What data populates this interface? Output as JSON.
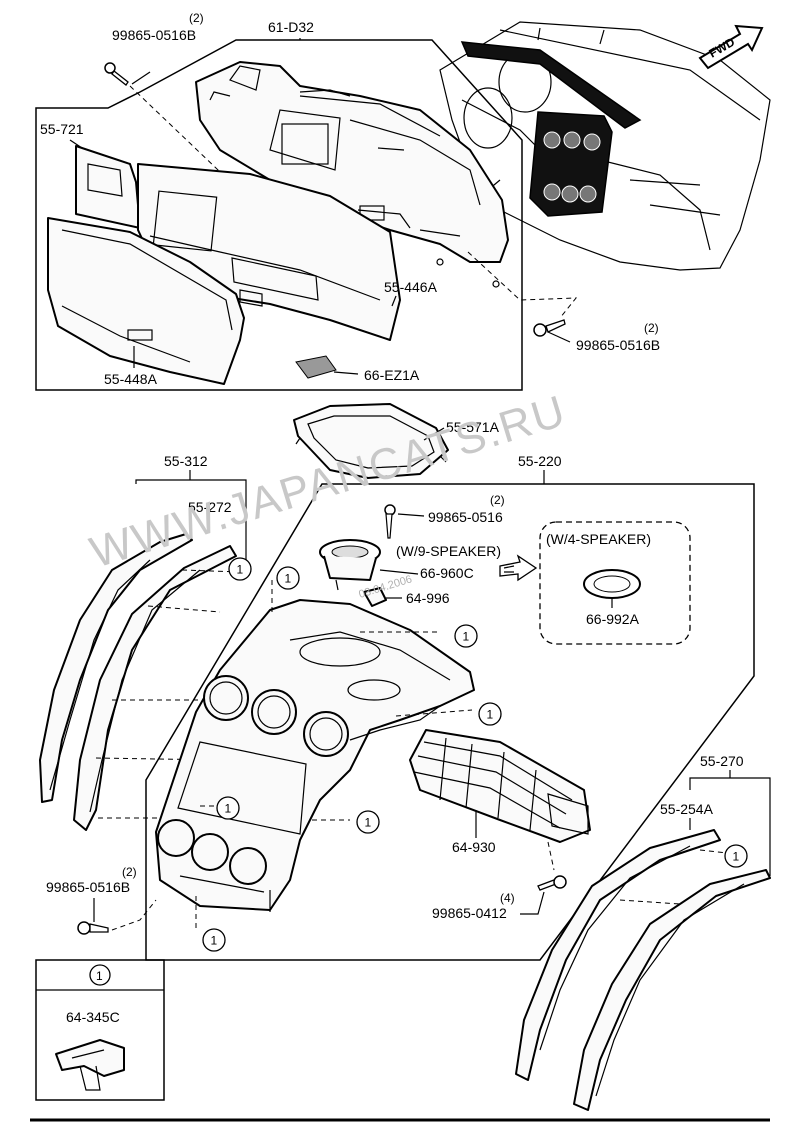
{
  "labels": {
    "top_frame": "61-D32",
    "screw_top_qty": "(2)",
    "screw_top": "99865-0516B",
    "panel_55_721": "55-721",
    "panel_55_446a": "55-446A",
    "screw_mid_qty": "(2)",
    "screw_mid": "99865-0516B",
    "panel_55_448a": "55-448A",
    "pad_66_ez1a": "66-EZ1A",
    "bezel_55_571a": "55-571A",
    "trim_left_group": "55-312",
    "trim_left_inner": "55-272",
    "center_panel": "55-220",
    "screw_small_qty": "(2)",
    "screw_small": "99865-0516",
    "nine_speaker": "(W/9-SPEAKER)",
    "speaker_66_960c": "66-960C",
    "speaker_clip": "64-996",
    "four_speaker": "(W/4-SPEAKER)",
    "speaker_66_992a": "66-992A",
    "vent": "64-930",
    "screw_vent_qty": "(4)",
    "screw_vent": "99865-0412",
    "screw_left_qty": "(2)",
    "screw_left": "99865-0516B",
    "trim_right_group": "55-270",
    "trim_right_inner": "55-254A",
    "legend_number": "1",
    "legend_part": "64-345C",
    "fwd": "FWD"
  },
  "circle_ref": "1",
  "watermark": "WWW.JAPANCATS.RU",
  "stamp": "03.04.2006"
}
